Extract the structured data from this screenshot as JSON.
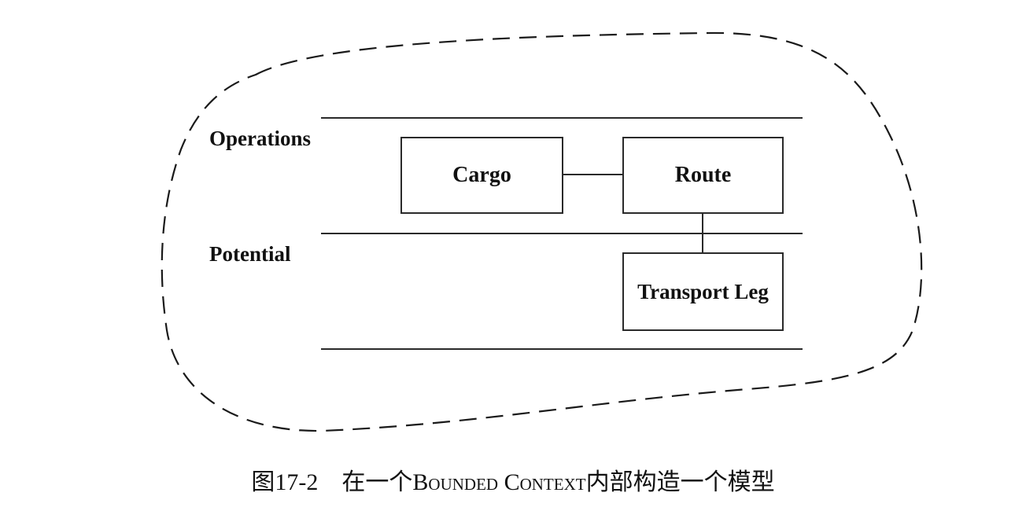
{
  "diagram": {
    "layers": [
      {
        "label": "Operations"
      },
      {
        "label": "Potential"
      }
    ],
    "boxes": {
      "cargo": "Cargo",
      "route": "Route",
      "transport_leg": "Transport Leg"
    },
    "connections": [
      {
        "from": "Cargo",
        "to": "Route"
      },
      {
        "from": "Route",
        "to": "Transport Leg"
      }
    ],
    "boundary_style": "dashed"
  },
  "caption": {
    "number": "图17-2",
    "text_part1": "在一个",
    "bounded": "Bounded",
    "context": "Context",
    "text_part2": "内部构造一个模型"
  }
}
